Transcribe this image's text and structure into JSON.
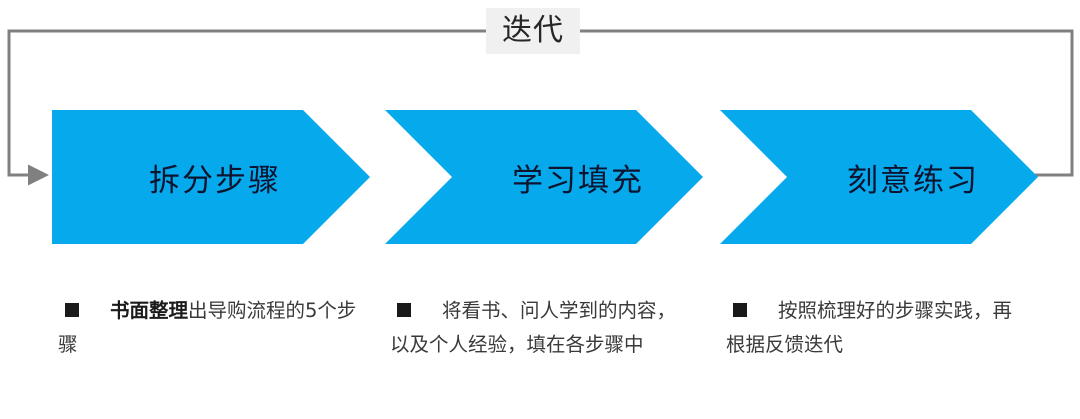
{
  "diagram": {
    "type": "process-loop",
    "loop": {
      "title": "迭代",
      "line_color": "#808080",
      "title_bg_color": "#f0f0f0",
      "arrow_target": "stage-0"
    },
    "accent_color": "#06aaec",
    "stage_label_color": "#0d1430",
    "stages": [
      {
        "id": "stage-0",
        "label": "拆分步骤"
      },
      {
        "id": "stage-1",
        "label": "学习填充"
      },
      {
        "id": "stage-2",
        "label": "刻意练习"
      }
    ],
    "notes": [
      {
        "marker": "square-bullet",
        "strong": "书面整理",
        "rest": "出导购流程的5个步骤"
      },
      {
        "marker": "square-bullet",
        "strong": "",
        "rest": "将看书、问人学到的内容，以及个人经验，填在各步骤中"
      },
      {
        "marker": "square-bullet",
        "strong": "",
        "rest": "按照梳理好的步骤实践，再根据反馈迭代"
      }
    ]
  }
}
